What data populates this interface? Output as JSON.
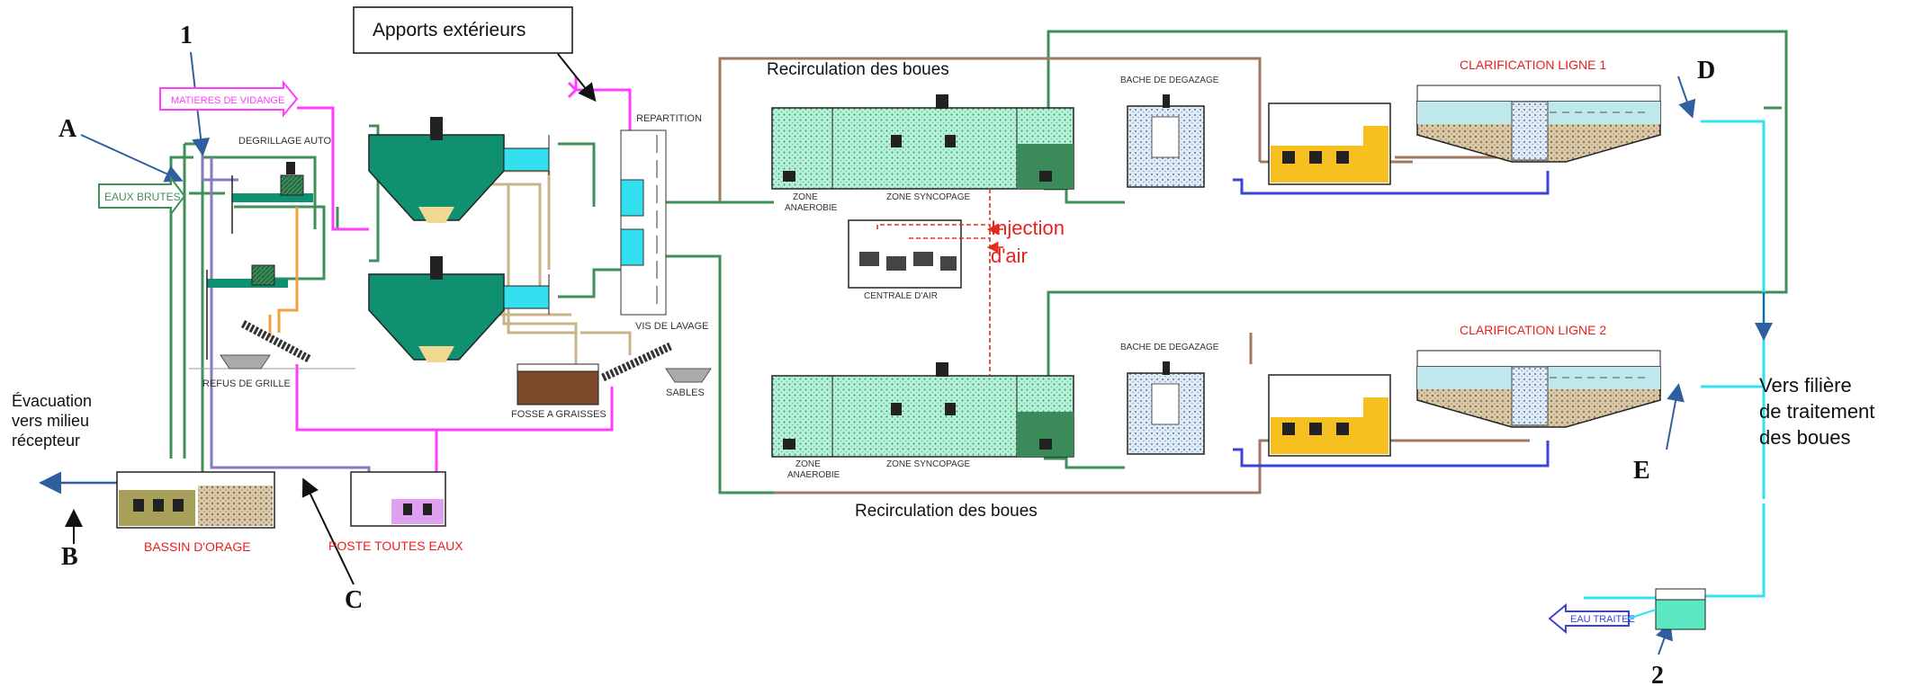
{
  "title_box": "Apports extérieurs",
  "letters": {
    "one": "1",
    "a": "A",
    "b": "B",
    "c": "C",
    "d": "D",
    "e": "E",
    "two": "2"
  },
  "labels": {
    "matieres_vidange": "MATIERES DE VIDANGE",
    "eaux_brutes": "EAUX BRUTES",
    "degrillage": "DEGRILLAGE AUTO",
    "refus_grille": "REFUS DE GRILLE",
    "fosse_graisses": "FOSSE A GRAISSES",
    "vis_lavage": "VIS DE LAVAGE",
    "sables": "SABLES",
    "repartition": "REPARTITION",
    "recirc_top": "Recirculation des boues",
    "recirc_bottom": "Recirculation des boues",
    "zone_anaerobie_1a": "ZONE",
    "zone_anaerobie_1b": "ANAEROBIE",
    "zone_syncopage_1": "ZONE SYNCOPAGE",
    "zone_anaerobie_2a": "ZONE",
    "zone_anaerobie_2b": "ANAEROBIE",
    "zone_syncopage_2": "ZONE SYNCOPAGE",
    "centrale_air": "CENTRALE D'AIR",
    "injection_1": "Injection",
    "injection_2": "d'air",
    "bache_1": "BACHE DE DEGAZAGE",
    "bache_2": "BACHE DE DEGAZAGE",
    "clarif_1": "CLARIFICATION LIGNE 1",
    "clarif_2": "CLARIFICATION LIGNE 2",
    "vers_1": "Vers filière",
    "vers_2": "de traitement",
    "vers_3": "des boues",
    "evac_1": "Évacuation",
    "evac_2": "vers milieu",
    "evac_3": "récepteur",
    "bassin_orage": "BASSIN D'ORAGE",
    "poste_eaux": "POSTE TOUTES EAUX",
    "eau_traitee": "EAU TRAITEE"
  },
  "colors": {
    "raw_water": "#3f8f5a",
    "sludge_recirc": "#a07860",
    "vidange": "#ff3cff",
    "treated": "#33e0f0",
    "air": "#e03020",
    "basin_green": "#0f9070",
    "label_red": "#e82020"
  }
}
